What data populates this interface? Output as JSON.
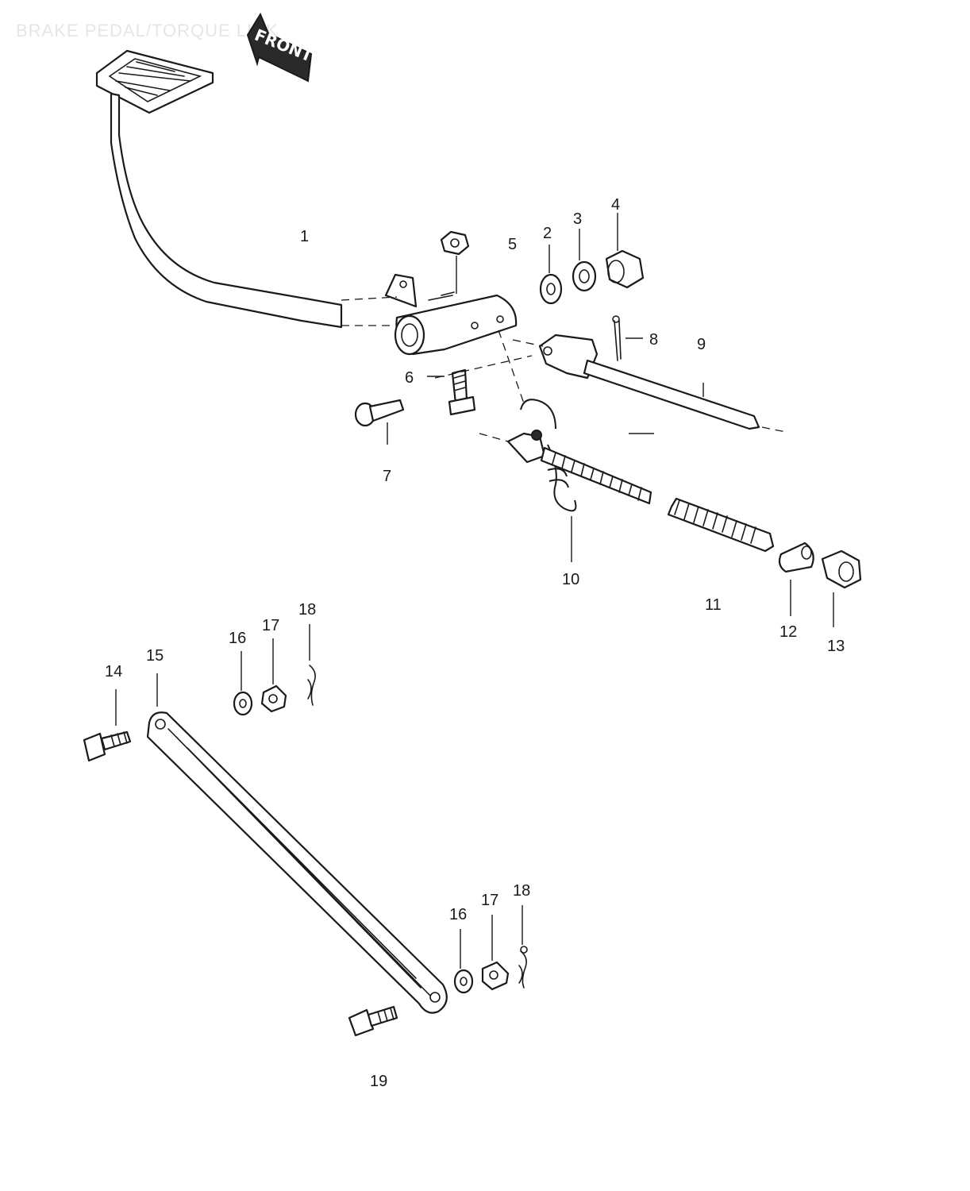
{
  "watermark": "BRAKE PEDAL/TORQUE LINK",
  "front_arrow": {
    "label": "FRONT"
  },
  "callouts": {
    "p1": "1",
    "p2": "2",
    "p3": "3",
    "p4": "4",
    "p5": "5",
    "p6": "6",
    "p7": "7",
    "p8": "8",
    "p9": "9",
    "p10": "10",
    "p11": "11",
    "p12": "12",
    "p13": "13",
    "p14": "14",
    "p15": "15",
    "p16": "16",
    "p17": "17",
    "p18": "18",
    "p16b": "16",
    "p17b": "17",
    "p18b": "18",
    "p19": "19"
  }
}
